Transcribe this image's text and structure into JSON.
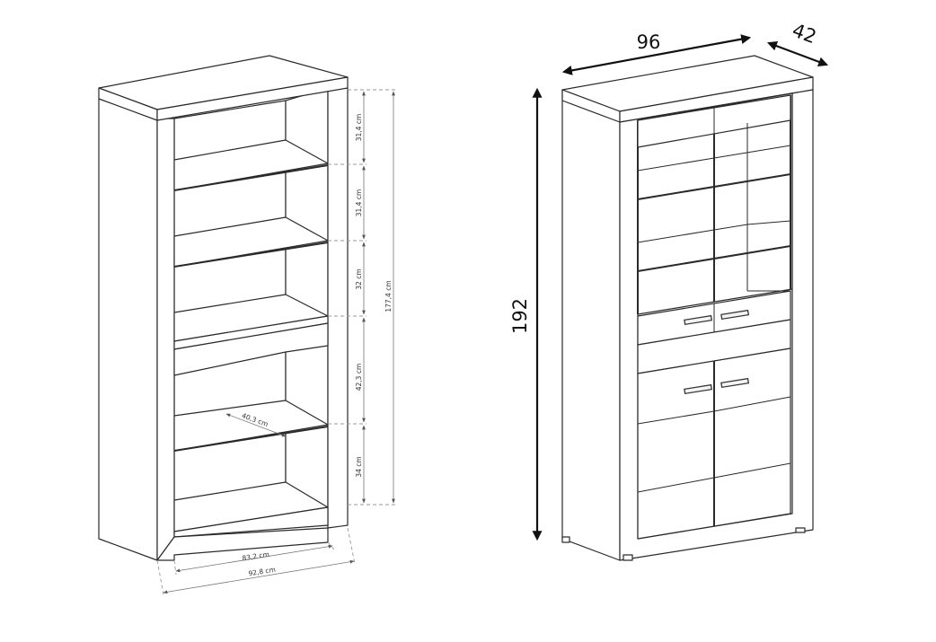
{
  "left_cabinet": {
    "shelf_gaps": [
      "31,4 cm",
      "31,4 cm",
      "32 cm",
      "42,3 cm",
      "34 cm"
    ],
    "inner_height": "177,4 cm",
    "shelf_depth": "40,3 cm",
    "inner_width": "83,2 cm",
    "outer_width": "92,8 cm"
  },
  "right_cabinet": {
    "width": "96",
    "depth": "42",
    "height": "192"
  }
}
